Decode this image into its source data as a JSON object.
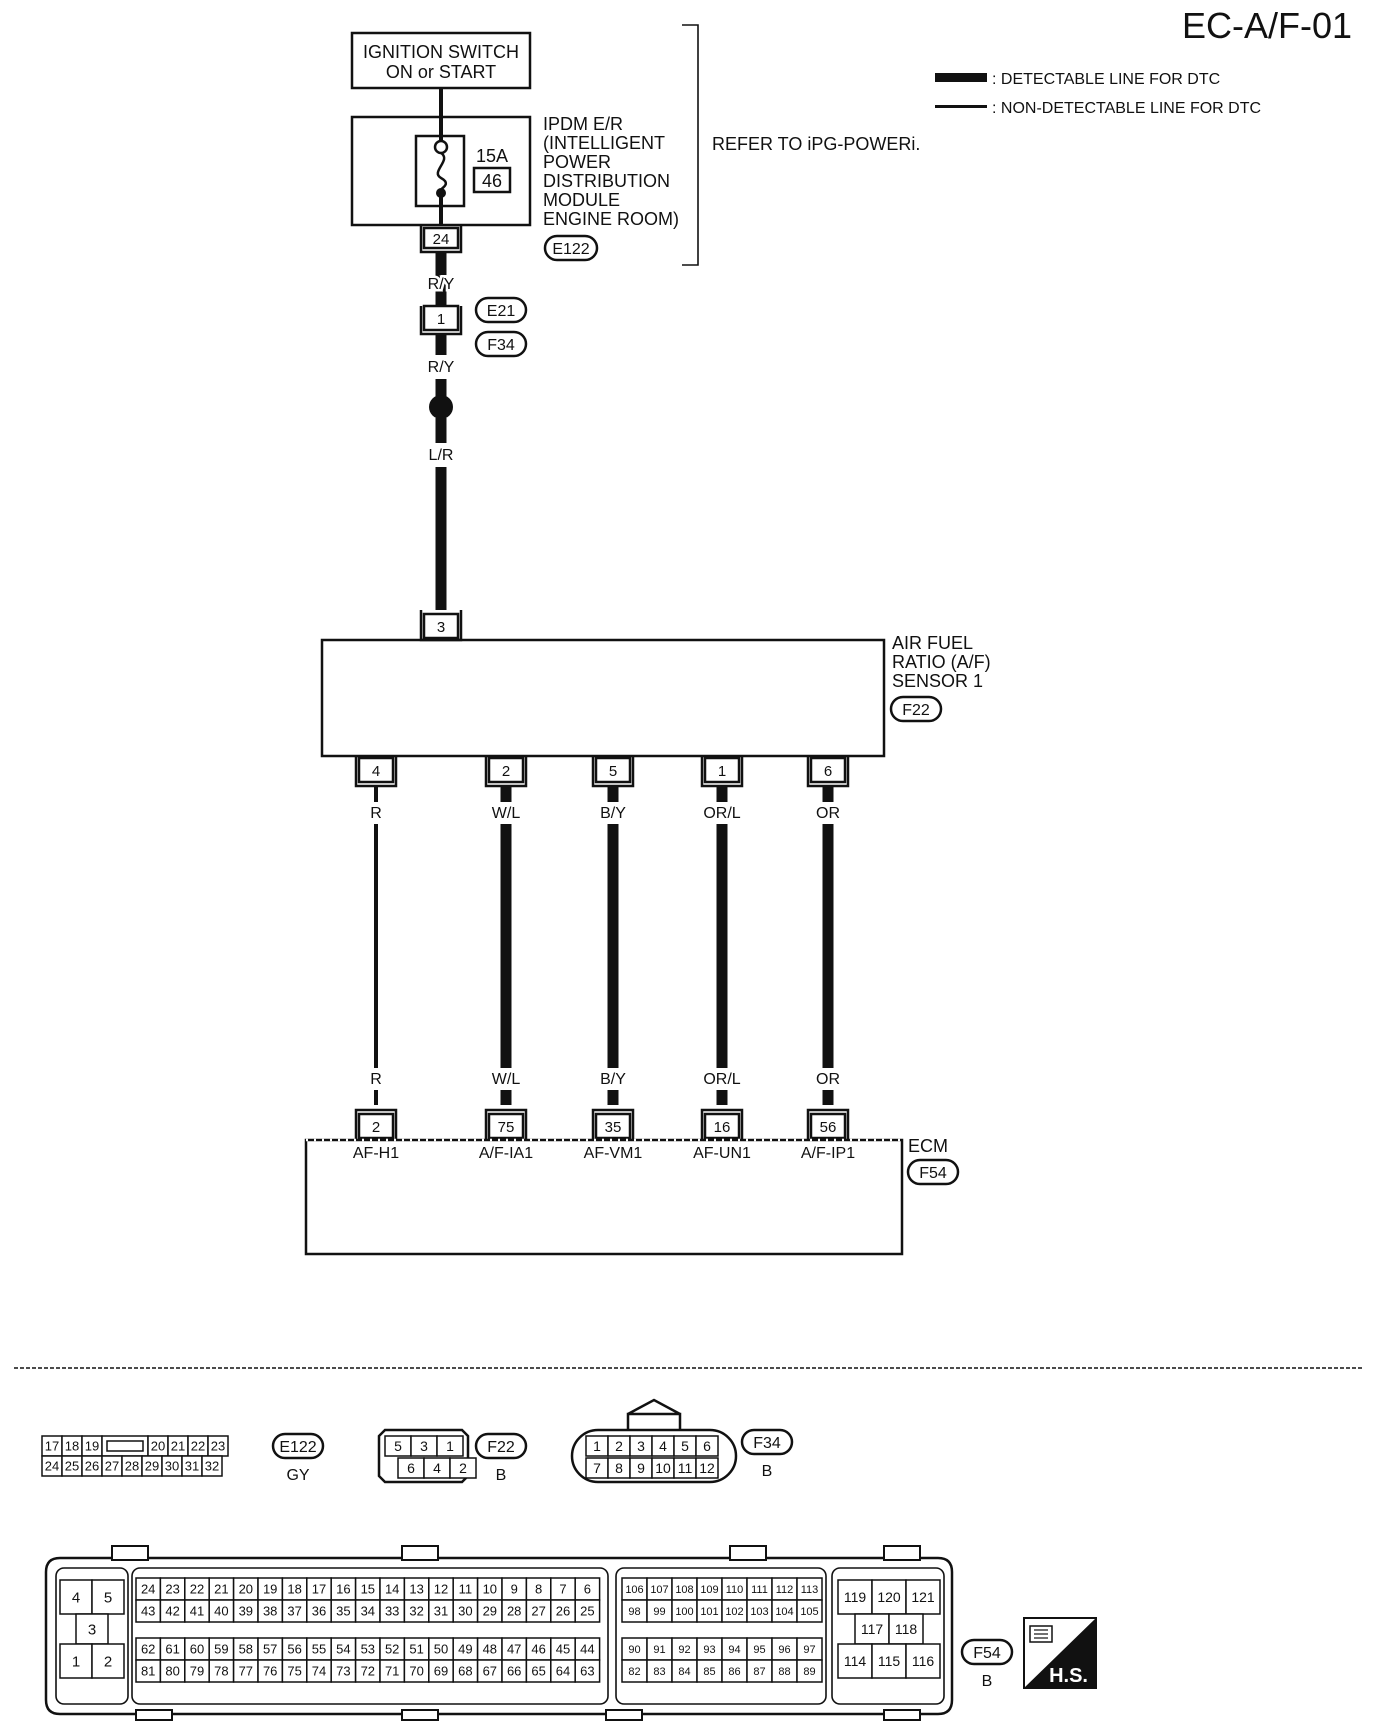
{
  "page_code": "EC-A/F-01",
  "legend": {
    "detectable": ": DETECTABLE LINE FOR DTC",
    "non_detectable": ": NON-DETECTABLE LINE FOR DTC"
  },
  "ignition": {
    "line1": "IGNITION SWITCH",
    "line2": "ON or START"
  },
  "ipdm": {
    "lines": [
      "IPDM E/R",
      "(INTELLIGENT",
      "POWER",
      "DISTRIBUTION",
      "MODULE",
      "ENGINE ROOM)"
    ],
    "fuse_rating": "15A",
    "fuse_number": "46",
    "connector": "E122",
    "pin": "24",
    "refer": "REFER TO iPG-POWERi."
  },
  "junction": {
    "pin": "1",
    "conn_a": "E21",
    "conn_b": "F34"
  },
  "wire_colors": {
    "ry_top": "R/Y",
    "ry_bottom": "R/Y",
    "lr": "L/R"
  },
  "sensor": {
    "lines": [
      "AIR FUEL",
      "RATIO (A/F)",
      "SENSOR 1"
    ],
    "connector": "F22",
    "power_pin": "3",
    "bottom_pins": [
      "4",
      "2",
      "5",
      "1",
      "6"
    ]
  },
  "wires": [
    {
      "color": "R",
      "sensor_pin": "4",
      "ecm_pin": "2",
      "signal": "AF-H1"
    },
    {
      "color": "W/L",
      "sensor_pin": "2",
      "ecm_pin": "75",
      "signal": "A/F-IA1"
    },
    {
      "color": "B/Y",
      "sensor_pin": "5",
      "ecm_pin": "35",
      "signal": "AF-VM1"
    },
    {
      "color": "OR/L",
      "sensor_pin": "1",
      "ecm_pin": "16",
      "signal": "AF-UN1"
    },
    {
      "color": "OR",
      "sensor_pin": "6",
      "ecm_pin": "56",
      "signal": "A/F-IP1"
    }
  ],
  "ecm": {
    "label": "ECM",
    "connector": "F54"
  },
  "connector_views": {
    "e122": {
      "tag": "E122",
      "color": "GY",
      "row1": [
        "17",
        "18",
        "19",
        "",
        "20",
        "21",
        "22",
        "23"
      ],
      "row2": [
        "24",
        "25",
        "26",
        "27",
        "28",
        "29",
        "30",
        "31",
        "32"
      ]
    },
    "f22": {
      "tag": "F22",
      "color": "B",
      "row1": [
        "5",
        "3",
        "1"
      ],
      "row2": [
        "6",
        "4",
        "2"
      ]
    },
    "f34": {
      "tag": "F34",
      "color": "B",
      "row1": [
        "1",
        "2",
        "3",
        "4",
        "5",
        "6"
      ],
      "row2": [
        "7",
        "8",
        "9",
        "10",
        "11",
        "12"
      ]
    },
    "f54": {
      "tag": "F54",
      "color": "B",
      "left_block": [
        "4",
        "5",
        "3",
        "1",
        "2"
      ],
      "mid_row1": [
        "24",
        "23",
        "22",
        "21",
        "20",
        "19",
        "18",
        "17",
        "16",
        "15",
        "14",
        "13",
        "12",
        "11",
        "10",
        "9",
        "8",
        "7",
        "6"
      ],
      "mid_row2": [
        "43",
        "42",
        "41",
        "40",
        "39",
        "38",
        "37",
        "36",
        "35",
        "34",
        "33",
        "32",
        "31",
        "30",
        "29",
        "28",
        "27",
        "26",
        "25"
      ],
      "mid_row3": [
        "62",
        "61",
        "60",
        "59",
        "58",
        "57",
        "56",
        "55",
        "54",
        "53",
        "52",
        "51",
        "50",
        "49",
        "48",
        "47",
        "46",
        "45",
        "44"
      ],
      "mid_row4": [
        "81",
        "80",
        "79",
        "78",
        "77",
        "76",
        "75",
        "74",
        "73",
        "72",
        "71",
        "70",
        "69",
        "68",
        "67",
        "66",
        "65",
        "64",
        "63"
      ],
      "right_row1": [
        "106",
        "107",
        "108",
        "109",
        "110",
        "111",
        "112",
        "113"
      ],
      "right_row2": [
        "98",
        "99",
        "100",
        "101",
        "102",
        "103",
        "104",
        "105"
      ],
      "right_row3": [
        "90",
        "91",
        "92",
        "93",
        "94",
        "95",
        "96",
        "97"
      ],
      "right_row4": [
        "82",
        "83",
        "84",
        "85",
        "86",
        "87",
        "88",
        "89"
      ],
      "far_right": [
        "119",
        "120",
        "121",
        "117",
        "118",
        "114",
        "115",
        "116"
      ]
    },
    "hs_label": "H.S."
  }
}
